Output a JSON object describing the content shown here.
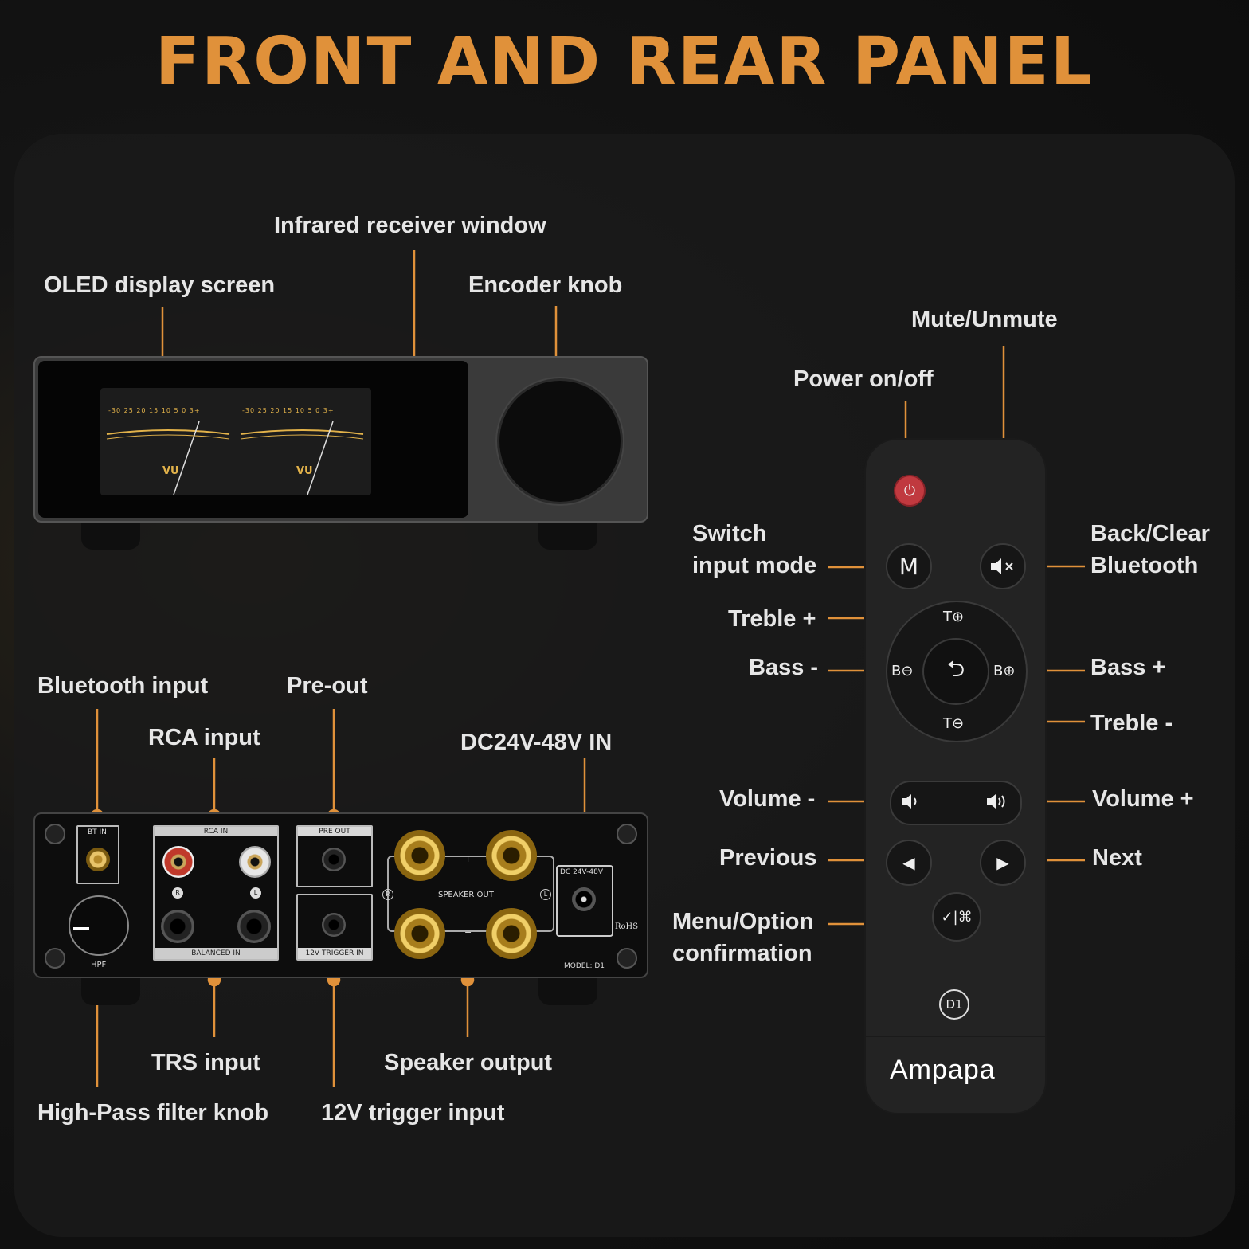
{
  "title": "FRONT AND REAR PANEL",
  "front_labels": {
    "oled": "OLED display screen",
    "infrared": "Infrared receiver window",
    "encoder": "Encoder knob"
  },
  "oled_display": {
    "scale": "-30 25 20 15 10 5 0 3+",
    "unit": "VU"
  },
  "rear_labels": {
    "bt_in": "Bluetooth input",
    "pre_out": "Pre-out",
    "rca": "RCA input",
    "dc": "DC24V-48V IN",
    "trs": "TRS input",
    "speaker": "Speaker output",
    "hpf": "High-Pass filter knob",
    "trigger": "12V trigger input"
  },
  "rear_panel": {
    "bt_in": "BT IN",
    "rca_in": "RCA IN",
    "balanced_in": "BALANCED IN",
    "pre_out": "PRE OUT",
    "trigger_in": "12V TRIGGER IN",
    "speaker_out": "SPEAKER OUT",
    "dc": "DC 24V-48V",
    "hpf": "HPF",
    "model": "MODEL: D1",
    "rohs": "RoHS",
    "r": "R",
    "l": "L",
    "plus": "+",
    "minus": "−"
  },
  "remote_labels": {
    "mute": "Mute/Unmute",
    "power": "Power on/off",
    "switch_1": "Switch",
    "switch_2": "input mode",
    "back_1": "Back/Clear",
    "back_2": "Bluetooth",
    "treble_plus": "Treble +",
    "bass_minus": "Bass -",
    "bass_plus": "Bass +",
    "treble_minus": "Treble -",
    "volume_minus": "Volume -",
    "volume_plus": "Volume +",
    "previous": "Previous",
    "next": "Next",
    "menu_1": "Menu/Option",
    "menu_2": "confirmation"
  },
  "remote": {
    "mode_button": "M",
    "treble_up": "T⊕",
    "treble_down": "T⊖",
    "bass_down": "B⊖",
    "bass_up": "B⊕",
    "model_badge": "D1",
    "brand": "Ampapa"
  },
  "colors": {
    "accent": "#e0913a",
    "power_red": "#c0393f",
    "gold": "#e2b24a"
  }
}
